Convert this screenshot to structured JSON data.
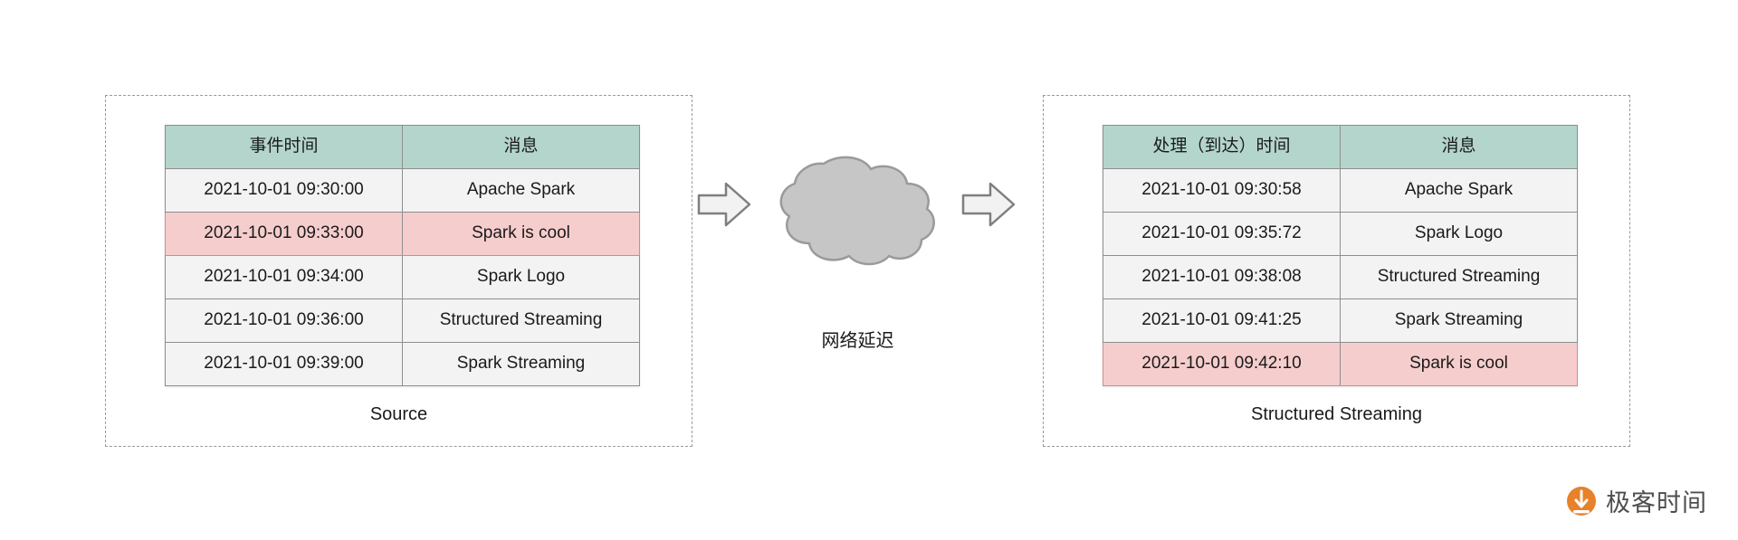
{
  "diagram": {
    "title": "Event time vs processing time with network delay",
    "colors": {
      "header_fill": "#b3d5cc",
      "row_fill": "#f3f3f3",
      "highlight_fill": "#f6cdcd",
      "highlight_border": "#d08b8b",
      "border": "#8e8e8e",
      "dashed_box": "#9a9a9a",
      "cloud_fill": "#c6c6c6",
      "cloud_stroke": "#9a9a9a",
      "arrow_fill": "#f2f2f2",
      "arrow_stroke": "#7f7f7f",
      "brand_orange": "#e8812a"
    },
    "left_panel": {
      "caption": "Source",
      "table": {
        "columns": [
          "事件时间",
          "消息"
        ],
        "rows": [
          {
            "time": "2021-10-01 09:30:00",
            "message": "Apache Spark",
            "highlight": false
          },
          {
            "time": "2021-10-01 09:33:00",
            "message": "Spark is cool",
            "highlight": true
          },
          {
            "time": "2021-10-01 09:34:00",
            "message": "Spark Logo",
            "highlight": false
          },
          {
            "time": "2021-10-01 09:36:00",
            "message": "Structured Streaming",
            "highlight": false
          },
          {
            "time": "2021-10-01 09:39:00",
            "message": "Spark Streaming",
            "highlight": false
          }
        ]
      }
    },
    "middle": {
      "cloud_label": "网络延迟",
      "arrow_left_name": "arrow-right-1",
      "arrow_right_name": "arrow-right-2"
    },
    "right_panel": {
      "caption": "Structured Streaming",
      "table": {
        "columns": [
          "处理（到达）时间",
          "消息"
        ],
        "rows": [
          {
            "time": "2021-10-01 09:30:58",
            "message": "Apache Spark",
            "highlight": false
          },
          {
            "time": "2021-10-01 09:35:72",
            "message": "Spark Logo",
            "highlight": false
          },
          {
            "time": "2021-10-01 09:38:08",
            "message": "Structured Streaming",
            "highlight": false
          },
          {
            "time": "2021-10-01 09:41:25",
            "message": "Spark Streaming",
            "highlight": false
          },
          {
            "time": "2021-10-01 09:42:10",
            "message": "Spark is cool",
            "highlight": true
          }
        ]
      }
    },
    "brand": {
      "text": "极客时间",
      "mark": "geektime-logo-icon"
    }
  }
}
